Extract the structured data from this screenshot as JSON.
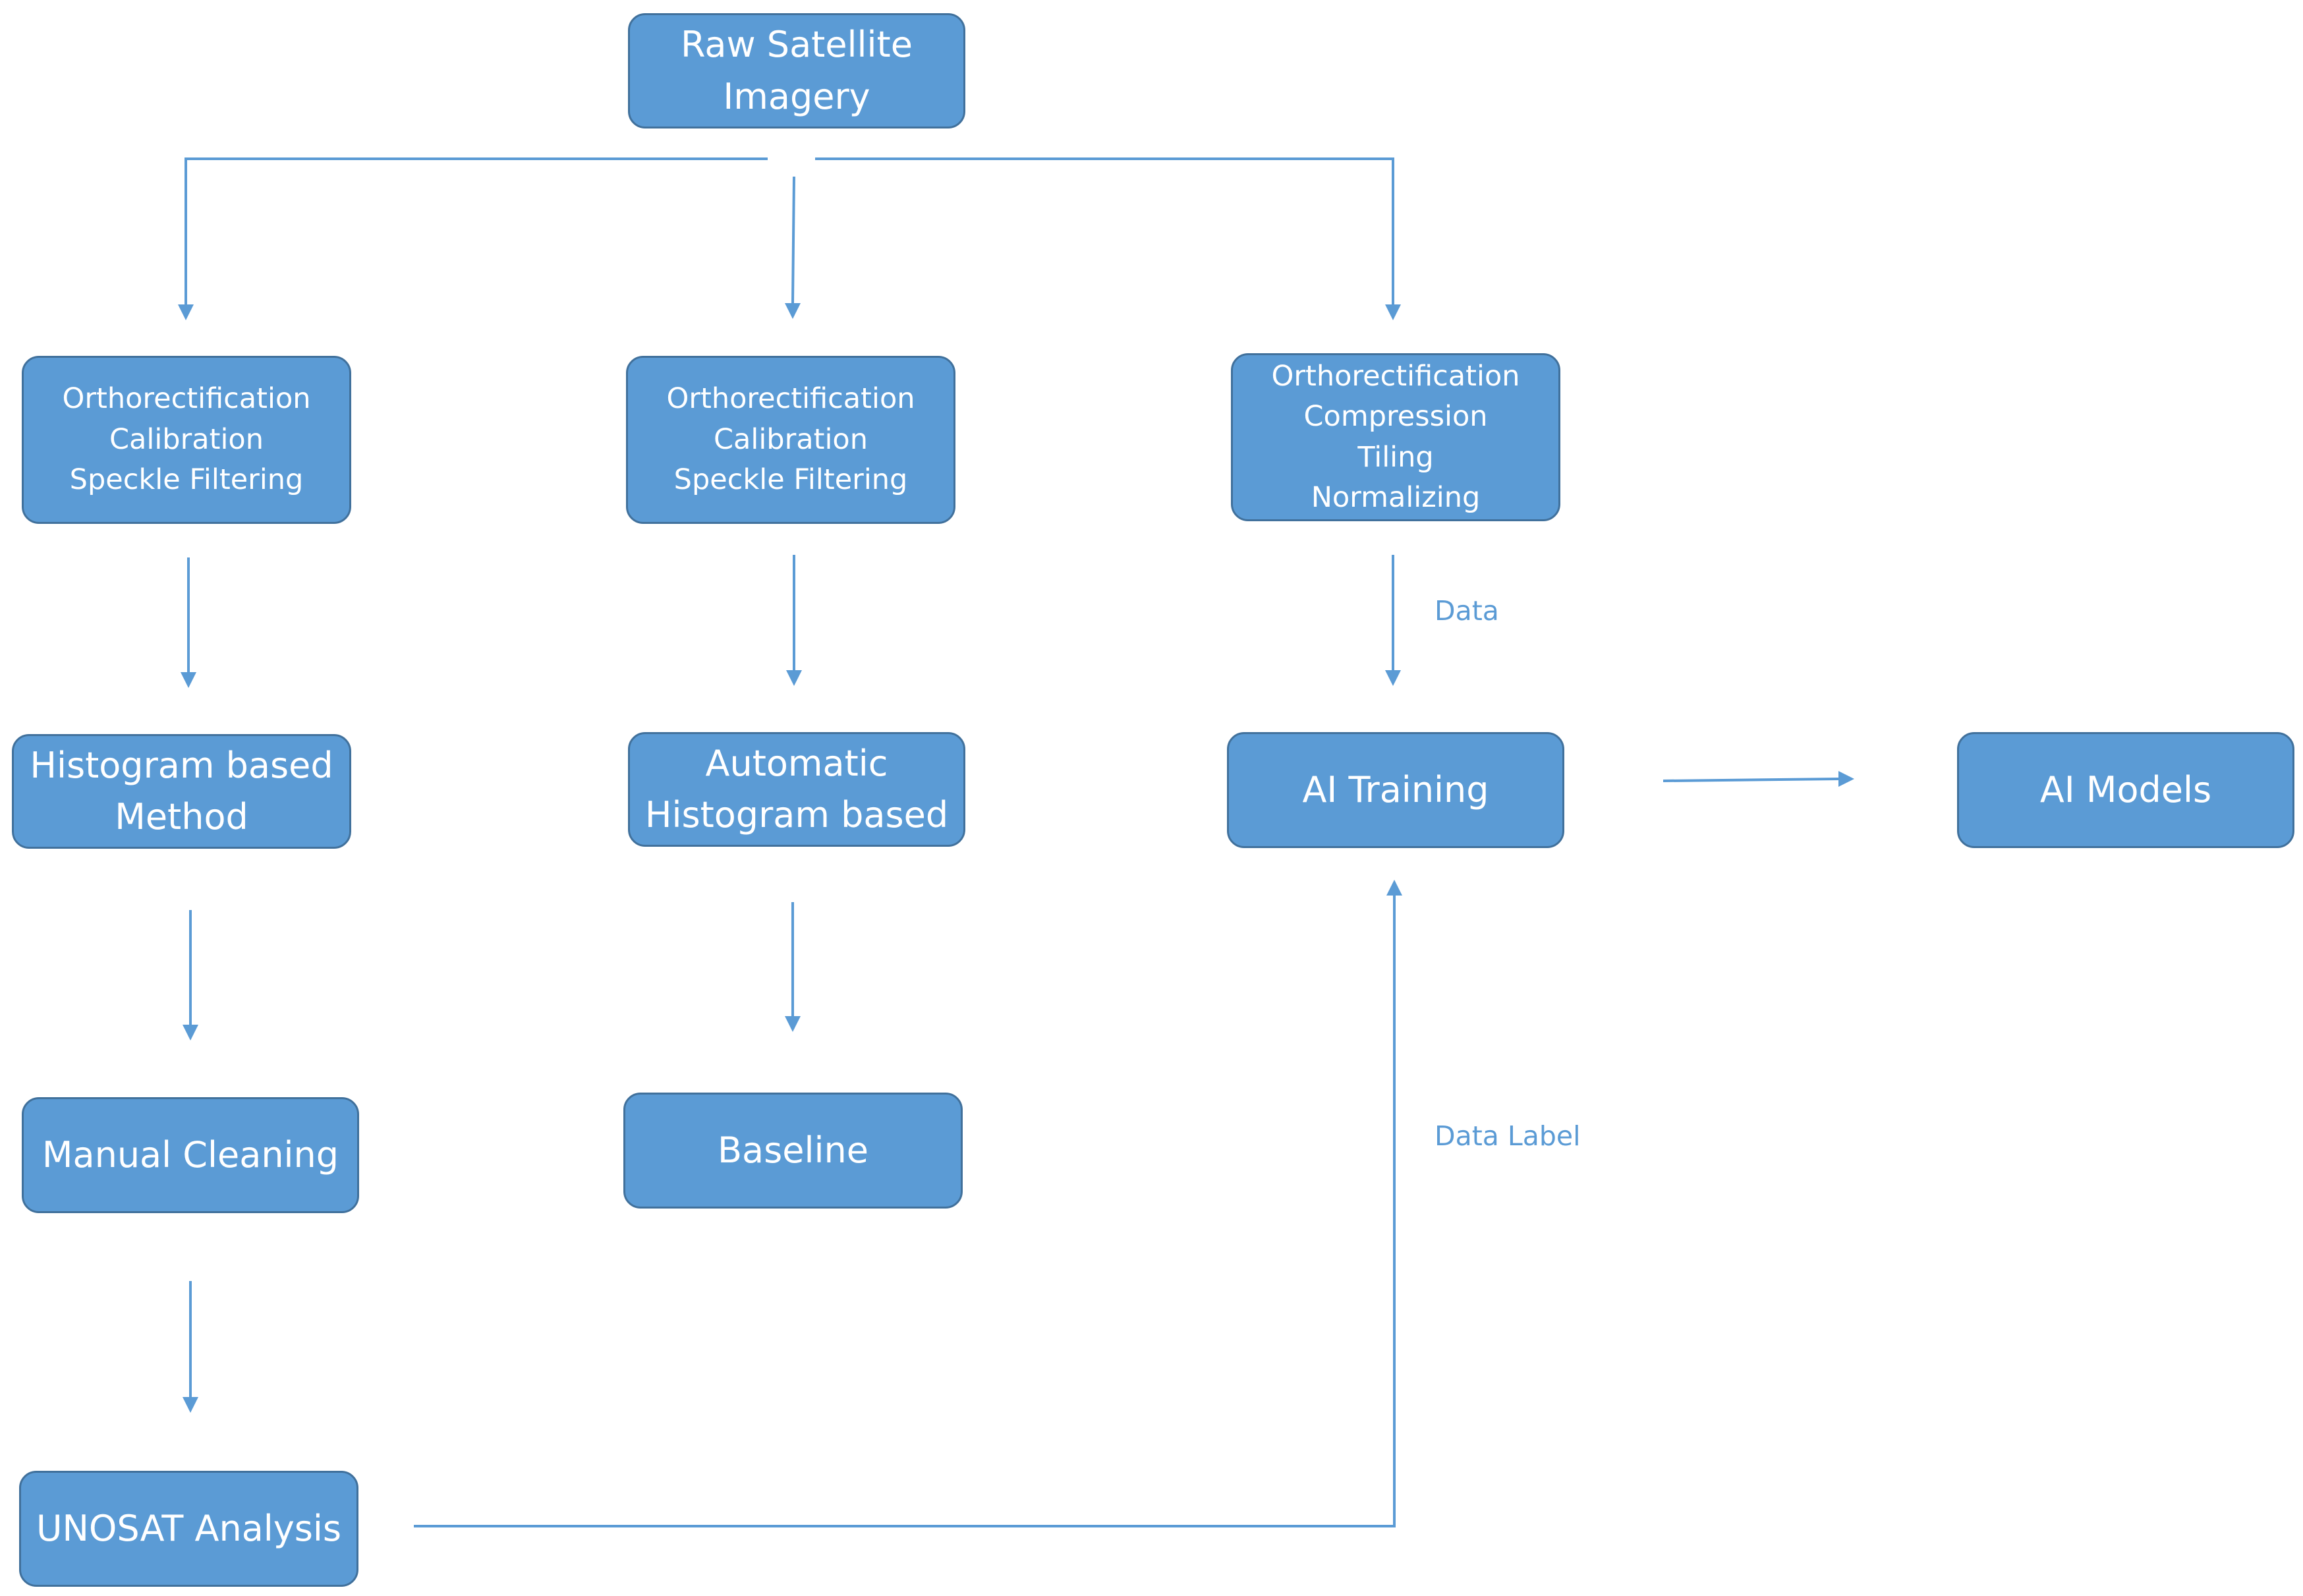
{
  "nodes": {
    "raw_imagery": {
      "lines": [
        "Raw Satellite",
        "Imagery"
      ]
    },
    "preprocess_left": {
      "lines": [
        "Orthorectification",
        "Calibration",
        "Speckle Filtering"
      ]
    },
    "preprocess_middle": {
      "lines": [
        "Orthorectification",
        "Calibration",
        "Speckle Filtering"
      ]
    },
    "preprocess_right": {
      "lines": [
        "Orthorectification",
        "Compression",
        "Tiling",
        "Normalizing"
      ]
    },
    "histogram_method": {
      "lines": [
        "Histogram based",
        "Method"
      ]
    },
    "auto_histogram": {
      "lines": [
        "Automatic",
        "Histogram based"
      ]
    },
    "ai_training": {
      "lines": [
        "AI Training"
      ]
    },
    "ai_models": {
      "lines": [
        "AI Models"
      ]
    },
    "manual_cleaning": {
      "lines": [
        "Manual Cleaning"
      ]
    },
    "baseline": {
      "lines": [
        "Baseline"
      ]
    },
    "unosat_analysis": {
      "lines": [
        "UNOSAT Analysis"
      ]
    }
  },
  "edge_labels": {
    "data": "Data",
    "data_label": "Data Label"
  },
  "edges": [
    {
      "from": "raw_imagery",
      "to": "preprocess_left"
    },
    {
      "from": "raw_imagery",
      "to": "preprocess_middle"
    },
    {
      "from": "raw_imagery",
      "to": "preprocess_right"
    },
    {
      "from": "preprocess_left",
      "to": "histogram_method"
    },
    {
      "from": "preprocess_middle",
      "to": "auto_histogram"
    },
    {
      "from": "preprocess_right",
      "to": "ai_training",
      "label": "Data"
    },
    {
      "from": "histogram_method",
      "to": "manual_cleaning"
    },
    {
      "from": "auto_histogram",
      "to": "baseline"
    },
    {
      "from": "manual_cleaning",
      "to": "unosat_analysis"
    },
    {
      "from": "unosat_analysis",
      "to": "ai_training",
      "label": "Data Label"
    },
    {
      "from": "ai_training",
      "to": "ai_models"
    }
  ],
  "colors": {
    "node_fill": "#5b9bd5",
    "node_border": "#41719c",
    "node_text": "#ffffff",
    "connector": "#5b9bd5"
  }
}
